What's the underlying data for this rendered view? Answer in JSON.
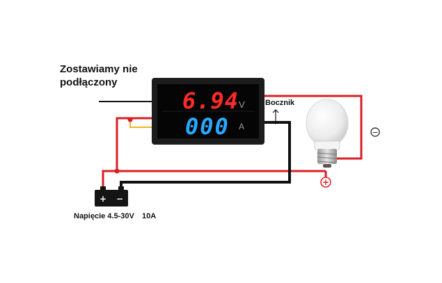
{
  "labels": {
    "note_line1": "Zostawiamy nie",
    "note_line2": "podłączony",
    "shunt": "Bocznik",
    "supply": "Napięcie 4.5-30V",
    "current": "10A"
  },
  "meter": {
    "voltage_reading": "6.94",
    "voltage_unit": "V",
    "current_reading": "000",
    "current_unit": "A"
  },
  "battery": {
    "plus": "+",
    "minus": "−"
  },
  "bulb": {
    "plus": "+",
    "minus": "−"
  },
  "colors": {
    "red_wire": "#d81f26",
    "black_wire": "#111111",
    "yellow_wire": "#f2b21b",
    "voltage_digits": "#ff2a2a",
    "current_digits": "#2aa8ff",
    "meter_body": "#1c1c1c"
  }
}
